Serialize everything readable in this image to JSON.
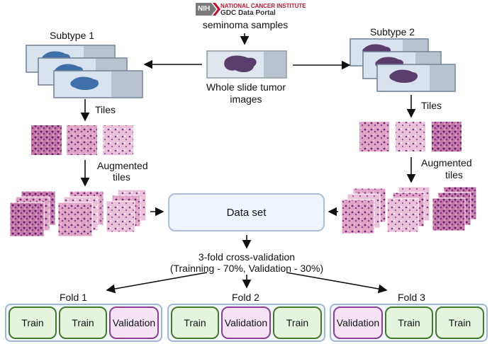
{
  "source": {
    "logo_text": "NIH",
    "org_name": "NATIONAL CANCER INSTITUTE",
    "portal_name": "GDC Data Portal",
    "caption": "seminoma samples"
  },
  "center_label": [
    "Whole slide tumor",
    "images"
  ],
  "subtype1": {
    "title": "Subtype 1",
    "tiles_label": "Tiles",
    "augmented_label": [
      "Augmented",
      "tiles"
    ]
  },
  "subtype2": {
    "title": "Subtype 2",
    "tiles_label": "Tiles",
    "augmented_label": [
      "Augmented",
      "tiles"
    ]
  },
  "dataset_label": "Data set",
  "cv_label": [
    "3-fold cross-validation",
    "(Trainning - 70%, Validation - 30%)"
  ],
  "folds": [
    {
      "title": "Fold 1",
      "cells": [
        "Train",
        "Train",
        "Validation"
      ]
    },
    {
      "title": "Fold 2",
      "cells": [
        "Train",
        "Validation",
        "Train"
      ]
    },
    {
      "title": "Fold 3",
      "cells": [
        "Validation",
        "Train",
        "Train"
      ]
    }
  ],
  "colors": {
    "train_fill": "#e5f5dd",
    "train_border": "#3f7a2c",
    "validation_fill": "#f6e3f5",
    "validation_border": "#8b3f93",
    "nih_red": "#c4122f",
    "slide_stain": "#3e6fa8"
  }
}
